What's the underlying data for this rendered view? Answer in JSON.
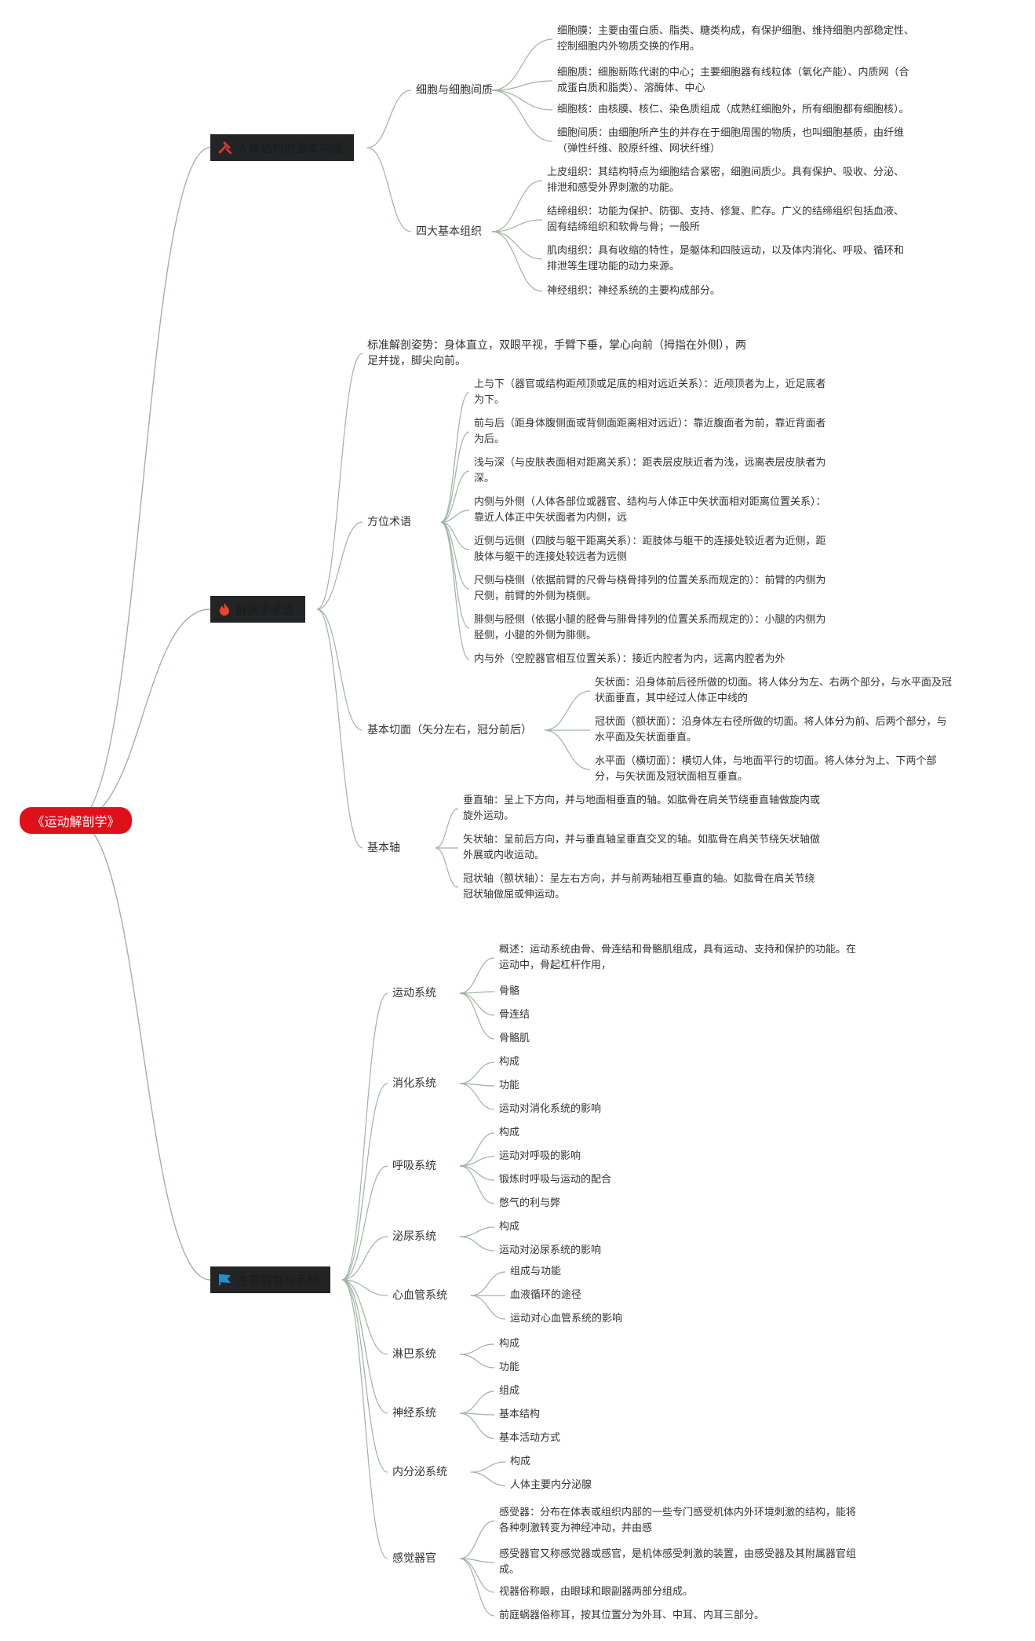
{
  "root": "《运动解剖学》",
  "colors": {
    "root": "#e0101a",
    "branch_bg": "#222426",
    "line": "#9fb3a2"
  },
  "branches": [
    {
      "label": "人体结构的基本构成",
      "icon": "tools-icon",
      "children": [
        {
          "label": "细胞与细胞间质",
          "children": [
            "细胞膜：主要由蛋白质、脂类、糖类构成，有保护细胞、维持细胞内部稳定性、\n控制细胞内外物质交换的作用。",
            "细胞质：细胞新陈代谢的中心；主要细胞器有线粒体（氧化产能）、内质网（合\n成蛋白质和脂类）、溶酶体、中心",
            "细胞核：由核膜、核仁、染色质组成（成熟红细胞外，所有细胞都有细胞核）。",
            "细胞间质：由细胞所产生的并存在于细胞周围的物质，也叫细胞基质，由纤维\n（弹性纤维、胶原纤维、网状纤维）"
          ]
        },
        {
          "label": "四大基本组织",
          "children": [
            "上皮组织：其结构特点为细胞结合紧密，细胞间质少。具有保护、吸收、分泌、\n排泄和感受外界刺激的功能。",
            "结缔组织：功能为保护、防御、支持、修复、贮存。广义的结缔组织包括血液、\n固有结缔组织和软骨与骨；一般所",
            "肌肉组织：具有收缩的特性，是躯体和四肢运动，以及体内消化、呼吸、循环和\n排泄等生理功能的动力来源。",
            "神经组织：神经系统的主要构成部分。"
          ]
        }
      ]
    },
    {
      "label": "解剖学术语",
      "icon": "fire-icon",
      "children": [
        {
          "label": "标准解剖姿势：身体直立，双眼平视，手臂下垂，掌心向前（拇指在外侧），两\n足并拢，脚尖向前。"
        },
        {
          "label": "方位术语",
          "children": [
            "上与下（器官或结构距颅顶或足底的相对远近关系）：近颅顶者为上，近足底者\n为下。",
            "前与后（距身体腹侧面或背侧面距离相对远近）：靠近腹面者为前，靠近背面者\n为后。",
            "浅与深（与皮肤表面相对距离关系）：距表层皮肤近者为浅，远离表层皮肤者为\n深。",
            "内侧与外侧（人体各部位或器官、结构与人体正中矢状面相对距离位置关系）：\n靠近人体正中矢状面者为内侧，远",
            "近侧与远侧（四肢与躯干距离关系）：距肢体与躯干的连接处较近者为近侧，距\n肢体与躯干的连接处较远者为远侧",
            "尺侧与桡侧（依据前臂的尺骨与桡骨排列的位置关系而规定的）：前臂的内侧为\n尺侧，前臂的外侧为桡侧。",
            "腓侧与胫侧（依据小腿的胫骨与腓骨排列的位置关系而规定的）：小腿的内侧为\n胫侧，小腿的外侧为腓侧。",
            "内与外（空腔器官相互位置关系）：接近内腔者为内，远离内腔者为外"
          ]
        },
        {
          "label": "基本切面（矢分左右，冠分前后）",
          "children": [
            "矢状面：沿身体前后径所做的切面。将人体分为左、右两个部分，与水平面及冠\n状面垂直，其中经过人体正中线的",
            "冠状面（额状面）：沿身体左右径所做的切面。将人体分为前、后两个部分，与\n水平面及矢状面垂直。",
            "水平面（横切面）：横切人体，与地面平行的切面。将人体分为上、下两个部\n分，与矢状面及冠状面相互垂直。"
          ]
        },
        {
          "label": "基本轴",
          "children": [
            "垂直轴：呈上下方向，并与地面相垂直的轴。如肱骨在肩关节绕垂直轴做旋内或\n旋外运动。",
            "矢状轴：呈前后方向，并与垂直轴呈垂直交叉的轴。如肱骨在肩关节绕矢状轴做\n外展或内收运动。",
            "冠状轴（额状轴）：呈左右方向，并与前两轴相互垂直的轴。如肱骨在肩关节绕\n冠状轴做屈或伸运动。"
          ]
        }
      ]
    },
    {
      "label": "主要器官与系统",
      "icon": "flag-icon",
      "children": [
        {
          "label": "运动系统",
          "children": [
            "概述：运动系统由骨、骨连结和骨骼肌组成，具有运动、支持和保护的功能。在\n运动中，骨起杠杆作用，",
            "骨骼",
            "骨连结",
            "骨骼肌"
          ]
        },
        {
          "label": "消化系统",
          "children": [
            "构成",
            "功能",
            "运动对消化系统的影响"
          ]
        },
        {
          "label": "呼吸系统",
          "children": [
            "构成",
            "运动对呼吸的影响",
            "锻炼时呼吸与运动的配合",
            "憋气的利与弊"
          ]
        },
        {
          "label": "泌尿系统",
          "children": [
            "构成",
            "运动对泌尿系统的影响"
          ]
        },
        {
          "label": "心血管系统",
          "children": [
            "组成与功能",
            "血液循环的途径",
            "运动对心血管系统的影响"
          ]
        },
        {
          "label": "淋巴系统",
          "children": [
            "构成",
            "功能"
          ]
        },
        {
          "label": "神经系统",
          "children": [
            "组成",
            "基本结构",
            "基本活动方式"
          ]
        },
        {
          "label": "内分泌系统",
          "children": [
            "构成",
            "人体主要内分泌腺"
          ]
        },
        {
          "label": "感觉器官",
          "children": [
            "感受器：分布在体表或组织内部的一些专门感受机体内外环境刺激的结构，能将\n各种刺激转变为神经冲动，并由感",
            "感受器官又称感觉器或感官，是机体感受刺激的装置，由感受器及其附属器官组\n成。",
            "视器俗称眼，由眼球和眼副器两部分组成。",
            "前庭蜗器俗称耳，按其位置分为外耳、中耳、内耳三部分。"
          ]
        }
      ]
    }
  ]
}
